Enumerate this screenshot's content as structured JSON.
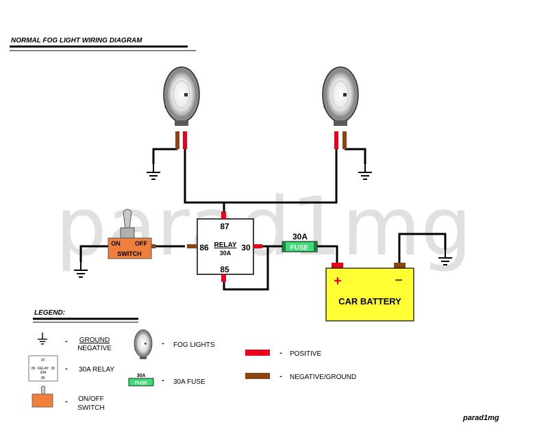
{
  "title": "NORMAL FOG LIGHT WIRING DIAGRAM",
  "watermark": "parad1mg",
  "signature": "parad1mg",
  "colors": {
    "wire": "#000000",
    "positive": "#e8001c",
    "negative": "#8b4513",
    "battery": "#ffff33",
    "fuse": "#3cdc78",
    "switch": "#f07f3c",
    "watermark": "#e0e0e0"
  },
  "relay": {
    "label": "RELAY",
    "rating": "30A",
    "pin_87": "87",
    "pin_86": "86",
    "pin_30": "30",
    "pin_85": "85"
  },
  "fuse": {
    "rating": "30A",
    "label": "FUSE"
  },
  "switch": {
    "on": "ON",
    "off": "OFF",
    "label": "SWITCH"
  },
  "battery": {
    "label": "CAR BATTERY",
    "plus": "+",
    "minus": "−"
  },
  "legend": {
    "heading": "LEGEND:",
    "ground_line1": "GROUND",
    "ground_line2": "NEGATIVE",
    "relay": "30A RELAY",
    "switch_line1": "ON/OFF",
    "switch_line2": "SWITCH",
    "fog_lights": "FOG LIGHTS",
    "fuse": "30A FUSE",
    "positive": "POSITIVE",
    "negative": "NEGATIVE/GROUND",
    "dash": "-",
    "mini_relay": {
      "pin_87": "87",
      "pin_86": "86",
      "label": "RELAY",
      "rating": "30A",
      "pin_30": "30",
      "pin_85": "85"
    },
    "mini_fuse": {
      "rating": "30A",
      "label": "FUSE"
    }
  }
}
